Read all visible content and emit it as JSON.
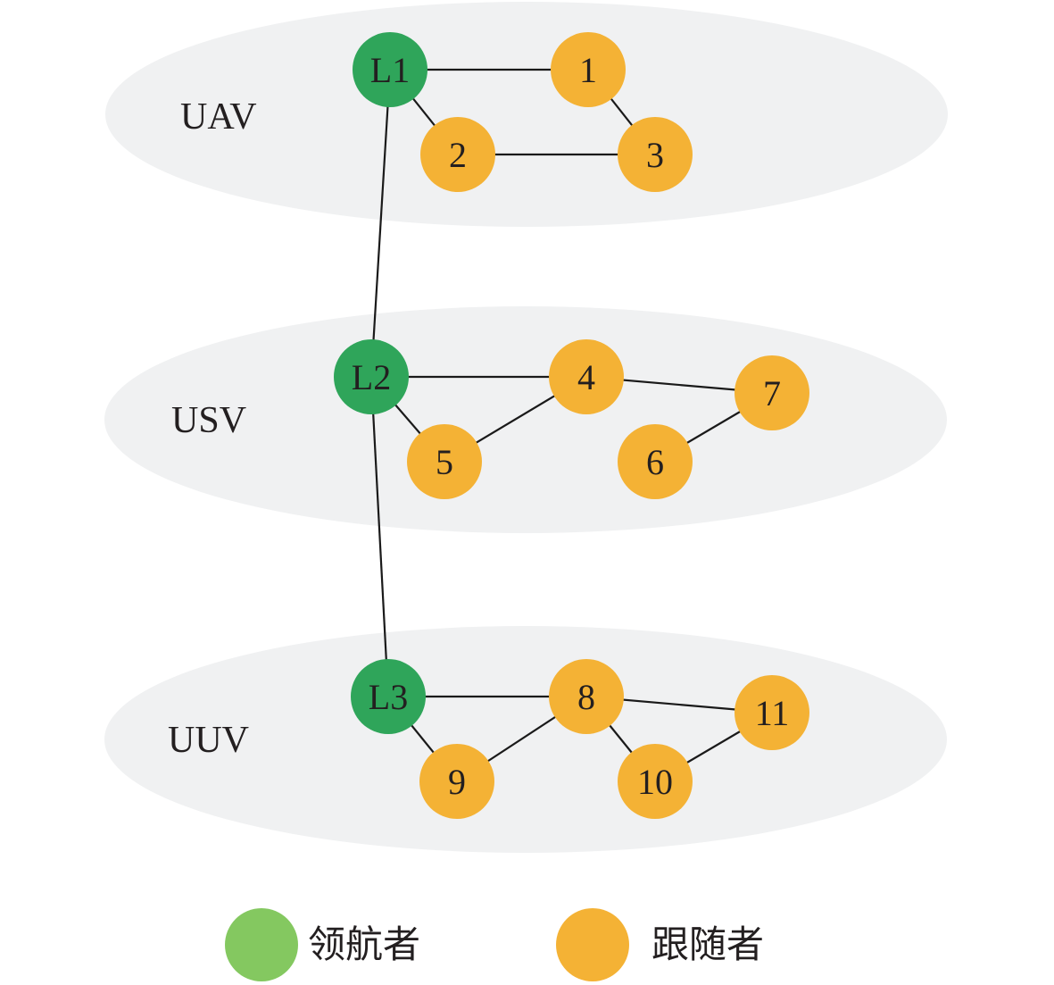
{
  "layers": [
    {
      "id": "uav",
      "label": "UAV"
    },
    {
      "id": "usv",
      "label": "USV"
    },
    {
      "id": "uuv",
      "label": "UUV"
    }
  ],
  "nodes": [
    {
      "id": "L1",
      "label": "L1",
      "role": "leader"
    },
    {
      "id": "n1",
      "label": "1",
      "role": "follower"
    },
    {
      "id": "n2",
      "label": "2",
      "role": "follower"
    },
    {
      "id": "n3",
      "label": "3",
      "role": "follower"
    },
    {
      "id": "L2",
      "label": "L2",
      "role": "leader"
    },
    {
      "id": "n4",
      "label": "4",
      "role": "follower"
    },
    {
      "id": "n5",
      "label": "5",
      "role": "follower"
    },
    {
      "id": "n6",
      "label": "6",
      "role": "follower"
    },
    {
      "id": "n7",
      "label": "7",
      "role": "follower"
    },
    {
      "id": "L3",
      "label": "L3",
      "role": "leader"
    },
    {
      "id": "n8",
      "label": "8",
      "role": "follower"
    },
    {
      "id": "n9",
      "label": "9",
      "role": "follower"
    },
    {
      "id": "n10",
      "label": "10",
      "role": "follower"
    },
    {
      "id": "n11",
      "label": "11",
      "role": "follower"
    }
  ],
  "edges": [
    [
      "L1",
      "n1"
    ],
    [
      "L1",
      "n2"
    ],
    [
      "n2",
      "n3"
    ],
    [
      "n1",
      "n3"
    ],
    [
      "L1",
      "L2"
    ],
    [
      "L2",
      "n4"
    ],
    [
      "L2",
      "n5"
    ],
    [
      "n5",
      "n4"
    ],
    [
      "n4",
      "n7"
    ],
    [
      "n6",
      "n7"
    ],
    [
      "L2",
      "L3"
    ],
    [
      "L3",
      "n8"
    ],
    [
      "L3",
      "n9"
    ],
    [
      "n9",
      "n8"
    ],
    [
      "n8",
      "n11"
    ],
    [
      "n8",
      "n10"
    ],
    [
      "n10",
      "n11"
    ]
  ],
  "legend": {
    "leader_label": "领航者",
    "follower_label": "跟随者"
  },
  "colors": {
    "leader": "#2fa55a",
    "follower": "#f4b235",
    "legend_leader": "#84c860",
    "layer_background": "#f0f1f2"
  }
}
